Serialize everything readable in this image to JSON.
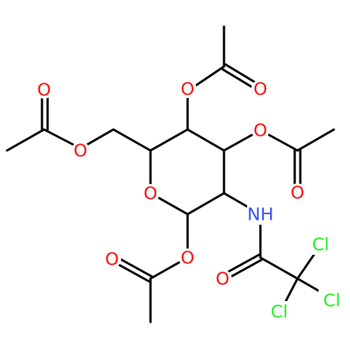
{
  "molecule": {
    "atom_labels": {
      "o_ring": "O",
      "o_anomeric": "O",
      "o_carbonyl_anomeric": "O",
      "o_c3": "O",
      "o_carbonyl_c3": "O",
      "o_c4": "O",
      "o_carbonyl_c4": "O",
      "o_c6": "O",
      "o_carbonyl_c6": "O",
      "amide_nh": "NH",
      "amide_o": "O",
      "cl_top": "Cl",
      "cl_right": "Cl",
      "cl_bottom": "Cl"
    }
  },
  "colors": {
    "bond": "#000000",
    "oxygen": "#ff0d0d",
    "nitrogen": "#3050f8",
    "chlorine": "#1ff01f"
  }
}
